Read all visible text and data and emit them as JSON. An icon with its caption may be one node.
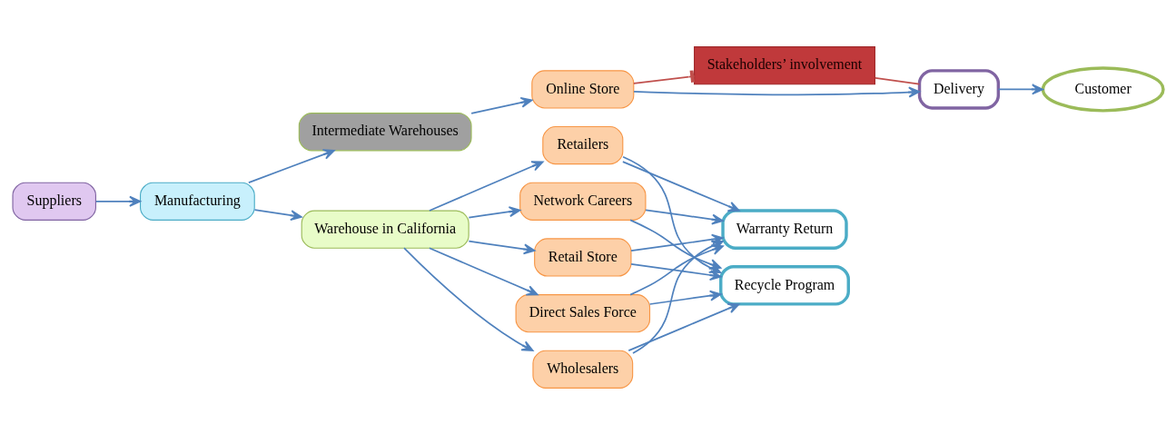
{
  "diagram": {
    "nodes": [
      {
        "text": [
          "Stakeholders’ involvement"
        ]
      },
      {
        "text": [
          "Suppliers"
        ]
      },
      {
        "text": [
          "Manufacturing"
        ]
      },
      {
        "text": [
          "Intermediate Warehouses"
        ]
      },
      {
        "text": [
          "Warehouse in California"
        ]
      },
      {
        "text": [
          "Online Store"
        ]
      },
      {
        "text": [
          "Retail Store"
        ]
      },
      {
        "text": [
          "Direct Sales Force"
        ]
      },
      {
        "text": [
          "Wholesalers"
        ]
      },
      {
        "text": [
          "Retailers"
        ]
      },
      {
        "text": [
          "Network Careers"
        ]
      },
      {
        "text": [
          "Delivery"
        ]
      },
      {
        "text": [
          "Warranty Return"
        ]
      },
      {
        "text": [
          "Recycle Program"
        ]
      },
      {
        "text": [
          "Customer"
        ]
      }
    ],
    "edges": [
      {
        "from": 1,
        "to": 2,
        "arrow": "to"
      },
      {
        "from": 2,
        "to": 3,
        "arrow": "to"
      },
      {
        "from": 2,
        "to": 4,
        "arrow": "to"
      },
      {
        "from": 3,
        "to": 5,
        "arrow": "to"
      },
      {
        "from": 5,
        "to": 0,
        "arrow": "other",
        "color": "#c0504d"
      },
      {
        "from": 0,
        "to": 11,
        "arrow": "none",
        "color": "#c0504d"
      },
      {
        "from": 5,
        "to": 11,
        "arrow": "to"
      },
      {
        "from": 11,
        "to": 14,
        "arrow": "to"
      },
      {
        "from": 4,
        "to": 6,
        "arrow": "to"
      },
      {
        "from": 4,
        "to": 7,
        "arrow": "to"
      },
      {
        "from": 4,
        "to": 8,
        "arrow": "to"
      },
      {
        "from": 4,
        "to": 9,
        "arrow": "to"
      },
      {
        "from": 4,
        "to": 10,
        "arrow": "to"
      },
      {
        "from": 6,
        "to": 12,
        "arrow": "to"
      },
      {
        "from": 7,
        "to": 12,
        "arrow": "to"
      },
      {
        "from": 8,
        "to": 12,
        "arrow": "to"
      },
      {
        "from": 9,
        "to": 12,
        "arrow": "to"
      },
      {
        "from": 10,
        "to": 12,
        "arrow": "to"
      },
      {
        "from": 6,
        "to": 13,
        "arrow": "to"
      },
      {
        "from": 7,
        "to": 13,
        "arrow": "to"
      },
      {
        "from": 8,
        "to": 13,
        "arrow": "to"
      },
      {
        "from": 9,
        "to": 13,
        "arrow": "to"
      },
      {
        "from": 10,
        "to": 13,
        "arrow": "to"
      }
    ]
  }
}
